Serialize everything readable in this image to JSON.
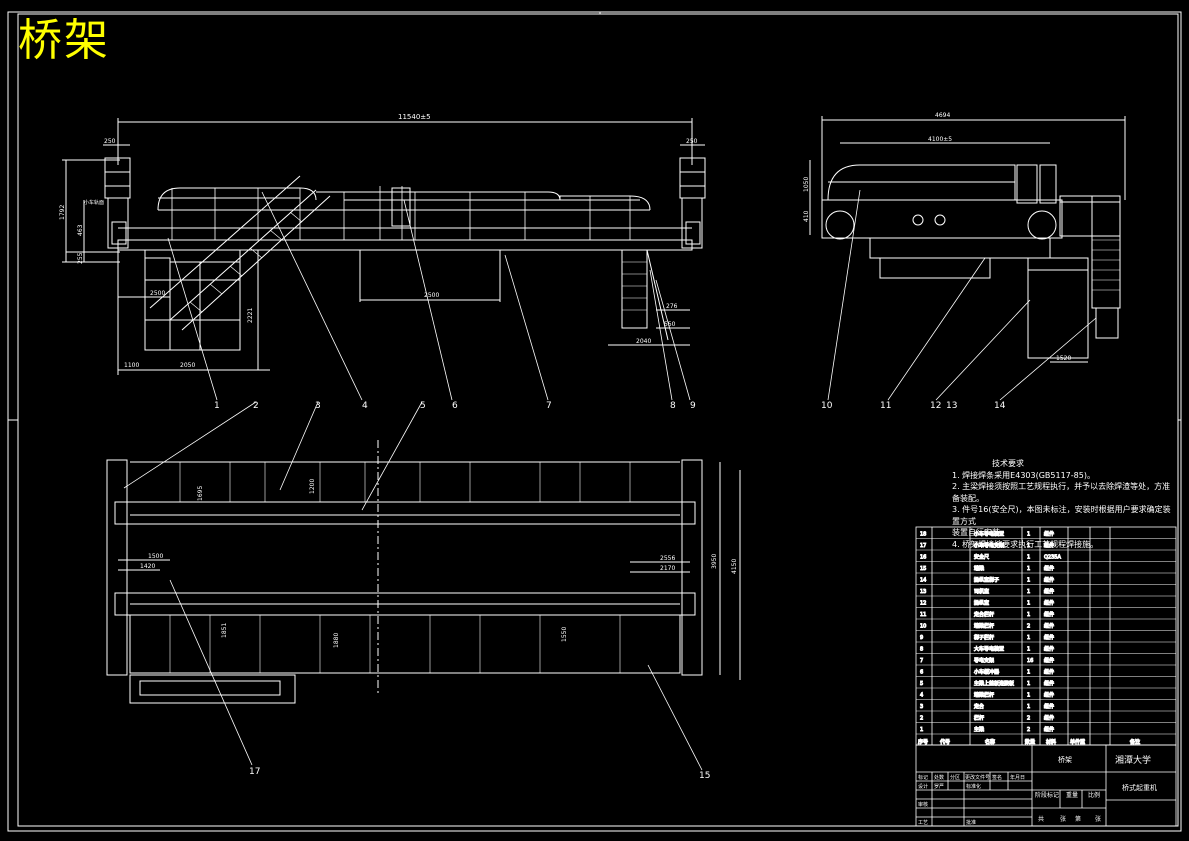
{
  "title": "桥架",
  "dimensions": {
    "span": "11540±5",
    "left_overhang": "250",
    "right_overhang": "250",
    "side_total": "4694",
    "side_track": "4100±5",
    "height_total": "1792",
    "height_mid": "463",
    "height_low": "255",
    "rail_label": "小车轨面",
    "side_h1": "1050",
    "side_h2": "410",
    "stair_h": "2221",
    "stair_w": "2050",
    "left_base": "1100",
    "left_w": "2500",
    "center_w": "2500",
    "right_w1": "2040",
    "right_w2": "276",
    "right_w3": "550",
    "side_base": "1520",
    "plan_w1": "1695",
    "plan_w2": "1200",
    "plan_a": "1500",
    "plan_b": "1420",
    "plan_c": "2556",
    "plan_d": "2170",
    "plan_h1": "3950",
    "plan_h2": "4150",
    "plan_e": "1851",
    "plan_f": "1880",
    "plan_g": "1550"
  },
  "callouts": [
    "1",
    "2",
    "3",
    "4",
    "5",
    "6",
    "7",
    "8",
    "9",
    "10",
    "11",
    "12",
    "13",
    "14",
    "15",
    "17"
  ],
  "notes": {
    "heading": "技术要求",
    "lines": [
      "1. 焊接焊条采用E4303(GB5117-85)。",
      "2. 主梁焊接须按照工艺规程执行，并予以去除焊渣等处，方准备装配。",
      "3. 件号16(安全尺)，本图未标注，安装时根据用户要求确定装置方式",
      "   装置自行安装。",
      "4. 桥架焊接按要求执行工艺规程焊接施。"
    ]
  },
  "parts": [
    {
      "no": "18",
      "name": "小车导电装置",
      "qty": "1",
      "mat": "组件"
    },
    {
      "no": "17",
      "name": "小车导电支架",
      "qty": "1",
      "mat": "组件"
    },
    {
      "no": "16",
      "name": "安全尺",
      "qty": "1",
      "mat": "Q235A"
    },
    {
      "no": "15",
      "name": "端梁",
      "qty": "1",
      "mat": "组件"
    },
    {
      "no": "14",
      "name": "操纵室梯子",
      "qty": "1",
      "mat": "组件"
    },
    {
      "no": "13",
      "name": "司机室",
      "qty": "1",
      "mat": "组件"
    },
    {
      "no": "12",
      "name": "操纵室",
      "qty": "1",
      "mat": "组件"
    },
    {
      "no": "11",
      "name": "走台栏杆",
      "qty": "1",
      "mat": "组件"
    },
    {
      "no": "10",
      "name": "端梁栏杆",
      "qty": "2",
      "mat": "组件"
    },
    {
      "no": "9",
      "name": "梯子栏杆",
      "qty": "1",
      "mat": "组件"
    },
    {
      "no": "8",
      "name": "大车导电装置",
      "qty": "1",
      "mat": "组件"
    },
    {
      "no": "7",
      "name": "导电支架",
      "qty": "16",
      "mat": "组件"
    },
    {
      "no": "6",
      "name": "小车缓冲器",
      "qty": "1",
      "mat": "组件"
    },
    {
      "no": "5",
      "name": "主梁上盖板连接板",
      "qty": "1",
      "mat": "组件"
    },
    {
      "no": "4",
      "name": "端梁栏杆",
      "qty": "1",
      "mat": "组件"
    },
    {
      "no": "3",
      "name": "走台",
      "qty": "1",
      "mat": "组件"
    },
    {
      "no": "2",
      "name": "栏杆",
      "qty": "2",
      "mat": "组件"
    },
    {
      "no": "1",
      "name": "主梁",
      "qty": "2",
      "mat": "组件"
    }
  ],
  "table_header": {
    "no": "序号",
    "code": "代号",
    "name": "名称",
    "qty": "数量",
    "mat": "材料",
    "wt": "单件重",
    "note": "备注"
  },
  "title_block": {
    "drawing": "桥架",
    "school": "湘潭大学",
    "assembly": "桥式起重机",
    "scale_label": "比例",
    "weight_label": "重量",
    "stage_label": "阶段标记",
    "design": "设计",
    "designer": "罗严",
    "std": "标准化",
    "check": "审核",
    "craft": "工艺",
    "approve": "批准",
    "sheet": "共",
    "sheet2": "张",
    "page": "第",
    "page2": "张",
    "rev_cols": [
      "标记",
      "处数",
      "分区",
      "更改文件号",
      "签名",
      "年月日"
    ]
  }
}
